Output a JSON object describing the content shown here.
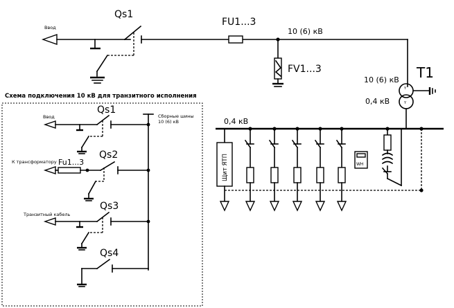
{
  "main": {
    "input_label": "Ввод",
    "switch_label": "Qs1",
    "fuse_label": "FU1...3",
    "line_voltage": "10 (6) кВ",
    "arrester_label": "FV1...3",
    "transformer_label": "T1",
    "primary_voltage": "10 (6) кВ",
    "secondary_voltage": "0,4 кВ",
    "lv_bus_voltage": "0,4 кВ",
    "panel_label": "Щит ЯТП",
    "meter_label": "WH"
  },
  "inset": {
    "title": "Схема подключения 10 кВ для транзитного исполнения",
    "busbar_label_1": "Сборные шины",
    "busbar_label_2": "10 (6) кВ",
    "rows": [
      {
        "label": "Ввод",
        "switch": "Qs1"
      },
      {
        "label": "К трансформатору",
        "fuse": "Fu1...3",
        "switch": "Qs2"
      },
      {
        "label": "Транзитный кабель",
        "switch": "Qs3"
      },
      {
        "label": "",
        "switch": "Qs4"
      }
    ]
  }
}
